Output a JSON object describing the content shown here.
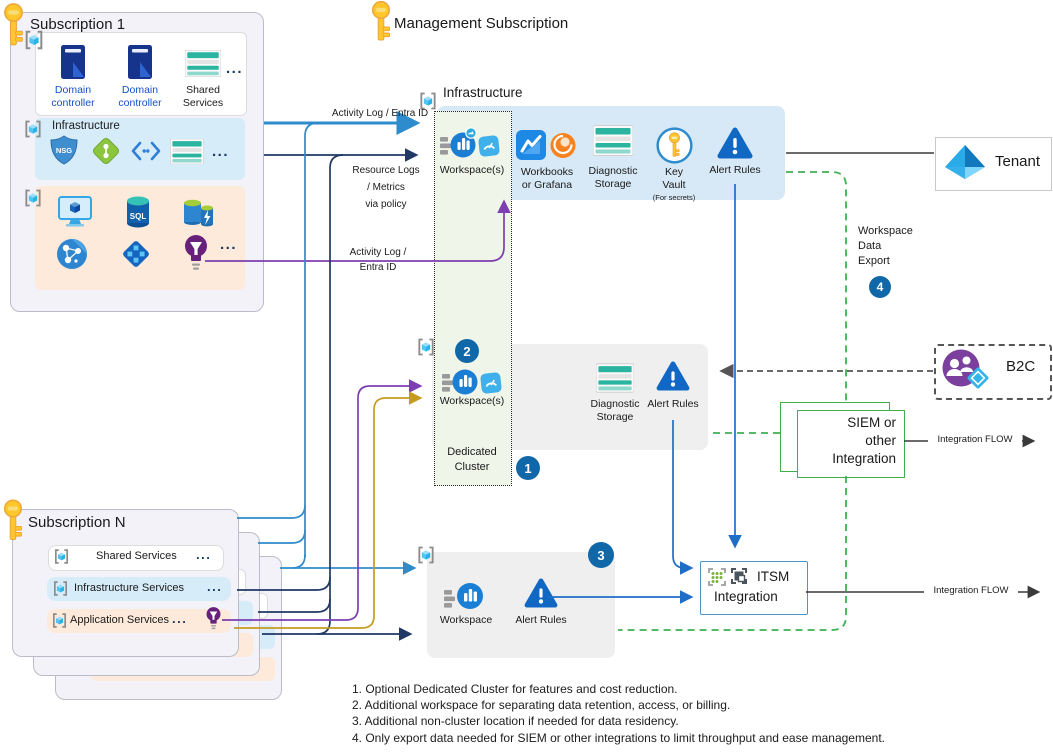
{
  "ui": {
    "ellipsis": "..."
  },
  "colors": {
    "badge": "#1168a8",
    "line_lightblue": "#2e8bcc",
    "line_navy": "#1f3864",
    "line_purple": "#7d3fb0",
    "line_gold": "#c49b22",
    "line_green": "#3cb054",
    "line_gray_dashed": "#595959",
    "line_blue": "#1e6ec8",
    "siem_border": "#3fae4e",
    "itsm_border": "#4d94c7"
  },
  "sub1": {
    "title": "Subscription 1",
    "dc1": "Domain controller",
    "dc2": "Domain controller",
    "shared": "Shared Services",
    "infra": "Infrastructure",
    "nsg": "NSG",
    "sql": "SQL"
  },
  "subN": {
    "title": "Subscription N",
    "shared": "Shared Services",
    "infra": "Infrastructure Services",
    "app": "Application Services"
  },
  "mgmt": {
    "title": "Management Subscription",
    "infra": "Infrastructure",
    "workspaces": "Workspace(s)",
    "workbooks_l1": "Workbooks",
    "workbooks_l2": "or Grafana",
    "diag_l1": "Diagnostic",
    "diag_l2": "Storage",
    "kv_l1": "Key",
    "kv_l2": "Vault",
    "kv_sub": "(For secrets)",
    "alerts": "Alert Rules"
  },
  "cluster": {
    "workspaces": "Workspace(s)",
    "diag_l1": "Diagnostic",
    "diag_l2": "Storage",
    "alerts": "Alert Rules",
    "dedicated_l1": "Dedicated",
    "dedicated_l2": "Cluster"
  },
  "box3": {
    "workspace": "Workspace",
    "alerts": "Alert Rules"
  },
  "badges": {
    "b1": "1",
    "b2": "2",
    "b3": "3",
    "b4": "4"
  },
  "right": {
    "tenant": "Tenant",
    "b2c": "B2C",
    "wde_l1": "Workspace",
    "wde_l2": "Data",
    "wde_l3": "Export",
    "siem_l1": "SIEM or",
    "siem_l2": "other",
    "siem_l3": "Integration",
    "itsm_l1": "ITSM",
    "itsm_l2": "Integration",
    "flow1": "Integration FLOW",
    "flow2": "Integration FLOW"
  },
  "flows": {
    "activity_top": "Activity Log / Entra ID",
    "resource_l1": "Resource Logs",
    "resource_l2": "/ Metrics",
    "resource_l3": "via policy",
    "activity_mid_l1": "Activity Log /",
    "activity_mid_l2": "Entra ID"
  },
  "notes": [
    "1. Optional Dedicated Cluster for features and cost reduction.",
    "2. Additional workspace for separating data retention, access, or billing.",
    "3. Additional non-cluster location if needed for data residency.",
    "4. Only export data needed for SIEM or other integrations to limit throughput and ease management."
  ]
}
